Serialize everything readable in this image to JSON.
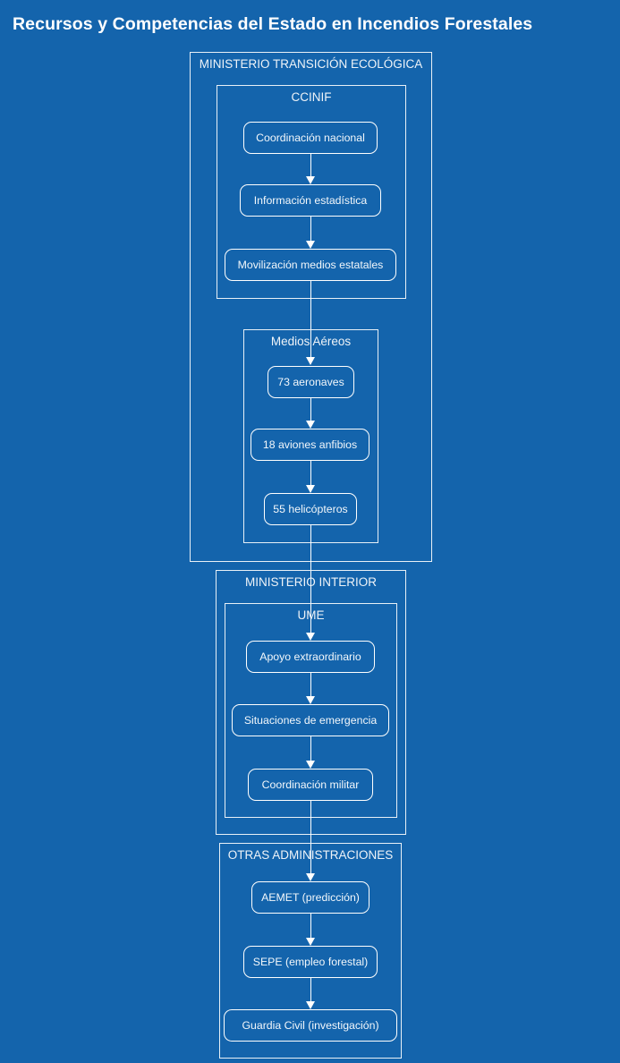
{
  "title": "Recursos y Competencias del Estado en Incendios Forestales",
  "theme": {
    "background": "#1464ac",
    "stroke": "#ffffff",
    "text": "#f2f7fb",
    "title_color": "#ffffff"
  },
  "diagram": {
    "type": "flowchart",
    "direction": "top-to-bottom",
    "clusters": [
      {
        "id": "ministerio-transicion",
        "label": "MINISTERIO TRANSICIÓN ECOLÓGICA",
        "children": [
          "ccinif",
          "medios-aereos"
        ]
      },
      {
        "id": "ccinif",
        "label": "CCINIF",
        "nodes": [
          "coordinacion-nacional",
          "informacion-estadistica",
          "movilizacion-medios-estatales"
        ]
      },
      {
        "id": "medios-aereos",
        "label": "Medios Aéreos",
        "nodes": [
          "73-aeronaves",
          "18-aviones-anfibios",
          "55-helicopteros"
        ]
      },
      {
        "id": "ministerio-interior",
        "label": "MINISTERIO INTERIOR",
        "children": [
          "ume"
        ]
      },
      {
        "id": "ume",
        "label": "UME",
        "nodes": [
          "apoyo-extraordinario",
          "situaciones-de-emergencia",
          "coordinacion-militar"
        ]
      },
      {
        "id": "otras-administraciones",
        "label": "OTRAS ADMINISTRACIONES",
        "nodes": [
          "aemet",
          "sepe",
          "guardia-civil"
        ]
      }
    ],
    "nodes": [
      {
        "id": "coordinacion-nacional",
        "label": "Coordinación nacional"
      },
      {
        "id": "informacion-estadistica",
        "label": "Información estadística"
      },
      {
        "id": "movilizacion-medios-estatales",
        "label": "Movilización medios estatales"
      },
      {
        "id": "73-aeronaves",
        "label": "73 aeronaves"
      },
      {
        "id": "18-aviones-anfibios",
        "label": "18 aviones anfibios"
      },
      {
        "id": "55-helicopteros",
        "label": "55 helicópteros"
      },
      {
        "id": "apoyo-extraordinario",
        "label": "Apoyo extraordinario"
      },
      {
        "id": "situaciones-de-emergencia",
        "label": "Situaciones de emergencia"
      },
      {
        "id": "coordinacion-militar",
        "label": "Coordinación militar"
      },
      {
        "id": "aemet",
        "label": "AEMET (predicción)"
      },
      {
        "id": "sepe",
        "label": "SEPE (empleo forestal)"
      },
      {
        "id": "guardia-civil",
        "label": "Guardia Civil (investigación)"
      }
    ],
    "edges": [
      {
        "from": "coordinacion-nacional",
        "to": "informacion-estadistica"
      },
      {
        "from": "informacion-estadistica",
        "to": "movilizacion-medios-estatales"
      },
      {
        "from": "movilizacion-medios-estatales",
        "to": "73-aeronaves"
      },
      {
        "from": "73-aeronaves",
        "to": "18-aviones-anfibios"
      },
      {
        "from": "18-aviones-anfibios",
        "to": "55-helicopteros"
      },
      {
        "from": "55-helicopteros",
        "to": "apoyo-extraordinario"
      },
      {
        "from": "apoyo-extraordinario",
        "to": "situaciones-de-emergencia"
      },
      {
        "from": "situaciones-de-emergencia",
        "to": "coordinacion-militar"
      },
      {
        "from": "coordinacion-militar",
        "to": "aemet"
      },
      {
        "from": "aemet",
        "to": "sepe"
      },
      {
        "from": "sepe",
        "to": "guardia-civil"
      }
    ]
  }
}
